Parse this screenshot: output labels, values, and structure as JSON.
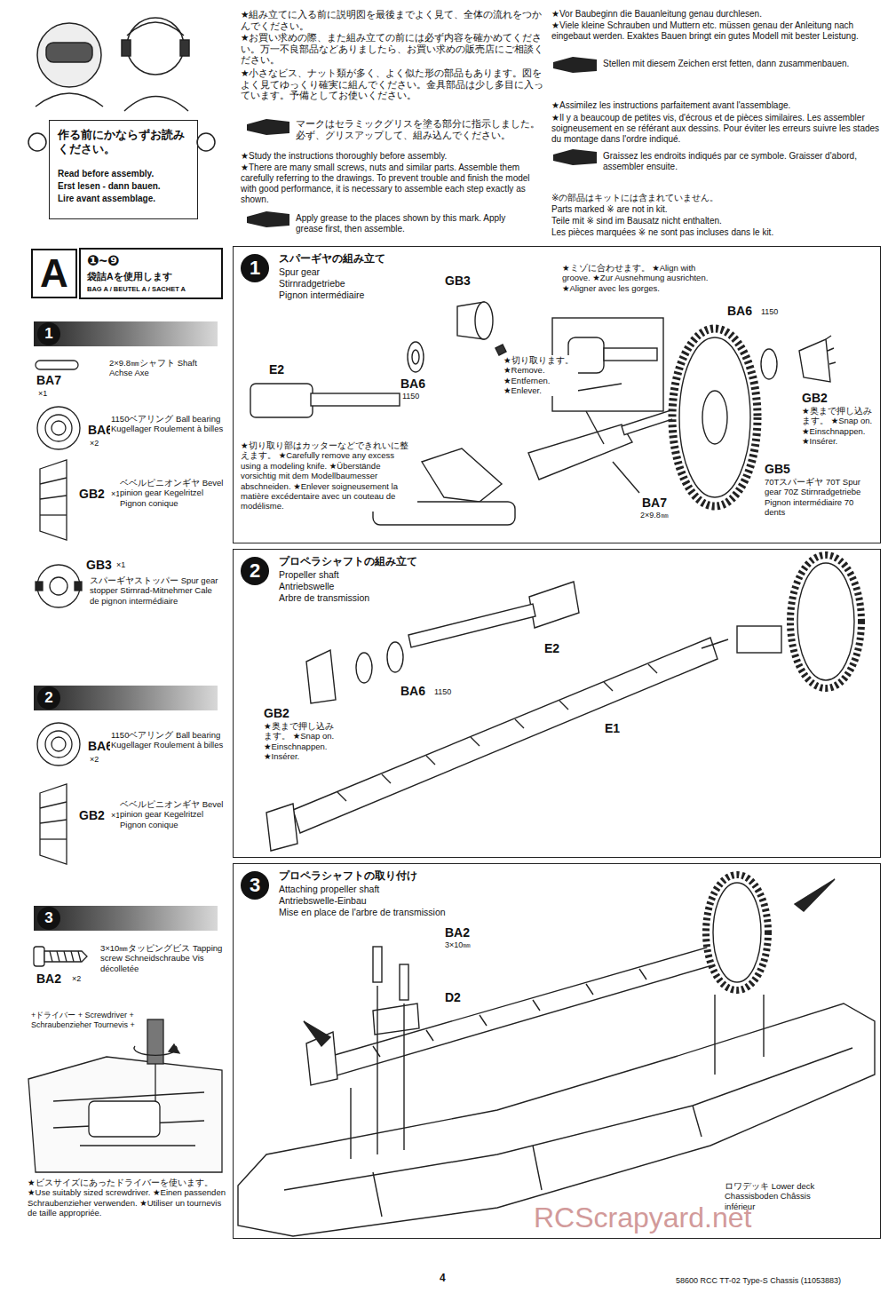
{
  "diagram": {
    "nodes": [
      {
        "text": [
          "作る前にかならずお読みください。",
          "Read before assembly.",
          "Erst lesen - dann bauen.",
          "Lire avant assemblage."
        ]
      },
      {
        "text": [
          "A",
          "❶~❾",
          "袋詰Aを使用します",
          "BAG A / BEUTEL A / SACHET A"
        ]
      },
      {
        "text": [
          "1",
          "スパーギヤの組み立て",
          "Spur gear",
          "Stirnradgetriebe",
          "Pignon intermédiaire"
        ]
      },
      {
        "text": [
          "2",
          "プロペラシャフトの組み立て",
          "Propeller shaft",
          "Antriebswelle",
          "Arbre de transmission"
        ]
      },
      {
        "text": [
          "3",
          "プロペラシャフトの取り付け",
          "Attaching propeller shaft",
          "Antriebswelle-Einbau",
          "Mise en place de l'arbre de transmission"
        ]
      }
    ],
    "labels": [
      "★組み立てに入る前に説明図を最後までよく見て、全体の流れをつかんでください。",
      "★お買い求めの際、また組み立ての前には必ず内容を確かめてください。万一不良部品などありましたら、お買い求めの販売店にご相談ください。",
      "★小さなビス、ナット類が多く、よく似た形の部品もあります。図をよく見てゆっくり確実に組んでください。金具部品は少し多目に入っています。予備としてお使いください。",
      "マークはセラミックグリスを塗る部分に指示しました。必ず、グリスアップして、組み込んでください。",
      "★Study the instructions thoroughly before assembly.",
      "★There are many small screws, nuts and similar parts. Assemble them carefully referring to the drawings. To prevent trouble and finish the model with good performance, it is necessary to assemble each step exactly as shown.",
      "Apply grease to the places shown by this mark. Apply grease first, then assemble.",
      "★Vor Baubeginn die Bauanleitung genau durchlesen.",
      "★Viele kleine Schrauben und Muttern etc. müssen genau der Anleitung nach eingebaut werden. Exaktes Bauen bringt ein gutes Modell mit bester Leistung.",
      "Stellen mit diesem Zeichen erst fetten, dann zusammenbauen.",
      "★Assimilez les instructions parfaitement avant l'assemblage.",
      "★Il y a beaucoup de petites vis, d'écrous et de pièces similaires. Les assembler soigneusement en se référant aux dessins. Pour éviter les erreurs suivre les stades du montage dans l'ordre indiqué.",
      "Graissez les endroits indiqués par ce symbole. Graisser d'abord, assembler ensuite.",
      "※の部品はキットには含まれていません。",
      "Parts marked ※ are not in kit.",
      "Teile mit ※ sind im Bausatz nicht enthalten.",
      "Les pièces marquées ※ ne sont pas incluses dans le kit.",
      "1",
      "BA7",
      "×1",
      "2×9.8㎜シャフト Shaft Achse Axe",
      "BA6",
      "×2",
      "1150ベアリング Ball bearing Kugellager Roulement à billes",
      "GB2",
      "×1",
      "ベベルピニオンギヤ Bevel pinion gear Kegelritzel Pignon conique",
      "GB3",
      "×1",
      "スパーギヤストッパー Spur gear stopper Stirnrad-Mitnehmer Cale de pignon intermédiaire",
      "2",
      "BA6",
      "×2",
      "1150ベアリング Ball bearing Kugellager Roulement à billes",
      "GB2",
      "×1",
      "ベベルピニオンギヤ Bevel pinion gear Kegelritzel Pignon conique",
      "3",
      "3×10㎜タッピングビス Tapping screw Schneidschraube Vis décolletée",
      "BA2",
      "×2",
      "+ドライバー + Screwdriver + Schraubenzieher Tournevis +",
      "★ビスサイズにあったドライバーを使います。 ★Use suitably sized screwdriver. ★Einen passenden Schraubenzieher verwenden. ★Utiliser un tournevis de taille appropriée.",
      "E2",
      "GB3",
      "BA6",
      "1150",
      "★切り取ります。 ★Remove. ★Entfernen. ★Enlever.",
      "★切り取り部はカッターなどできれいに整えます。 ★Carefully remove any excess using a modeling knife. ★Überstände vorsichtig mit dem Modellbaumesser abschneiden. ★Enlever soigneusement la matière excédentaire avec un couteau de modélisme.",
      "★ミゾに合わせます。 ★Align with groove. ★Zur Ausnehmung ausrichten. ★Aligner avec les gorges.",
      "BA6",
      "1150",
      "GB2",
      "★奥まで押し込みます。 ★Snap on. ★Einschnappen. ★Insérer.",
      "BA7",
      "2×9.8㎜",
      "GB5",
      "70Tスパーギヤ 70T Spur gear 70Z Stirnradgetriebe Pignon intermédiaire 70 dents",
      "E2",
      "GB2",
      "★奥まで押し込みます。 ★Snap on. ★Einschnappen. ★Insérer.",
      "BA6",
      "1150",
      "E1",
      "BA2",
      "3×10㎜",
      "D2",
      "ロワデッキ Lower deck Chassisboden Châssis inférieur",
      "4",
      "58600 RCC TT-02 Type-S Chassis (11053883)",
      "RCScrapyard.net"
    ]
  }
}
